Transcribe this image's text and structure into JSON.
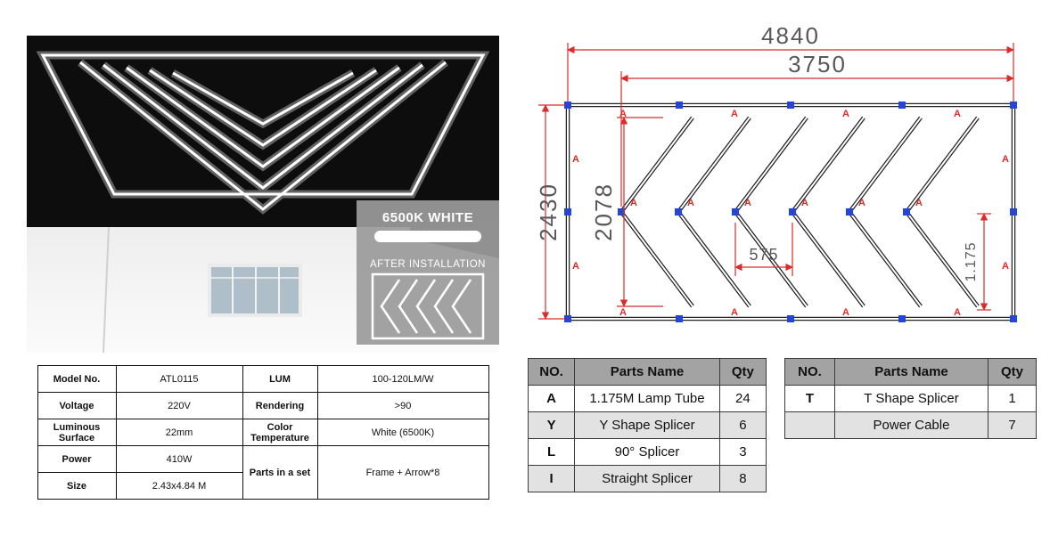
{
  "photo": {
    "overlay": {
      "color_label": "6500K WHITE",
      "install_label": "AFTER INSTALLATION"
    }
  },
  "spec_table": {
    "r1": {
      "l1": "Model No.",
      "v1": "ATL0115",
      "l2": "LUM",
      "v2": "100-120LM/W"
    },
    "r2": {
      "l1": "Voltage",
      "v1": "220V",
      "l2": "Rendering",
      "v2": ">90"
    },
    "r3": {
      "l1": "Luminous Surface",
      "v1": "22mm",
      "l2": "Color Temperature",
      "v2": "White (6500K)"
    },
    "r4": {
      "l1": "Power",
      "v1": "410W",
      "l2": "Parts in a set",
      "v2": "Frame + Arrow*8"
    },
    "r5": {
      "l1": "Size",
      "v1": "2.43x4.84 M"
    }
  },
  "diagram": {
    "dim_width_outer": "4840",
    "dim_width_inner": "3750",
    "dim_height_outer": "2430",
    "dim_height_inner": "2078",
    "dim_spacing": "575",
    "dim_tube": "1.175",
    "part_label": "A",
    "colors": {
      "dimension_red": "#dd2a2a",
      "connector_blue": "#2544d8",
      "number_gray": "#585858"
    }
  },
  "parts_table_1": {
    "headers": [
      "NO.",
      "Parts Name",
      "Qty"
    ],
    "rows": [
      [
        "A",
        "1.175M Lamp Tube",
        "24"
      ],
      [
        "Y",
        "Y Shape Splicer",
        "6"
      ],
      [
        "L",
        "90° Splicer",
        "3"
      ],
      [
        "I",
        "Straight Splicer",
        "8"
      ]
    ]
  },
  "parts_table_2": {
    "headers": [
      "NO.",
      "Parts Name",
      "Qty"
    ],
    "rows": [
      [
        "T",
        "T Shape Splicer",
        "1"
      ],
      [
        "",
        "Power Cable",
        "7"
      ]
    ]
  }
}
